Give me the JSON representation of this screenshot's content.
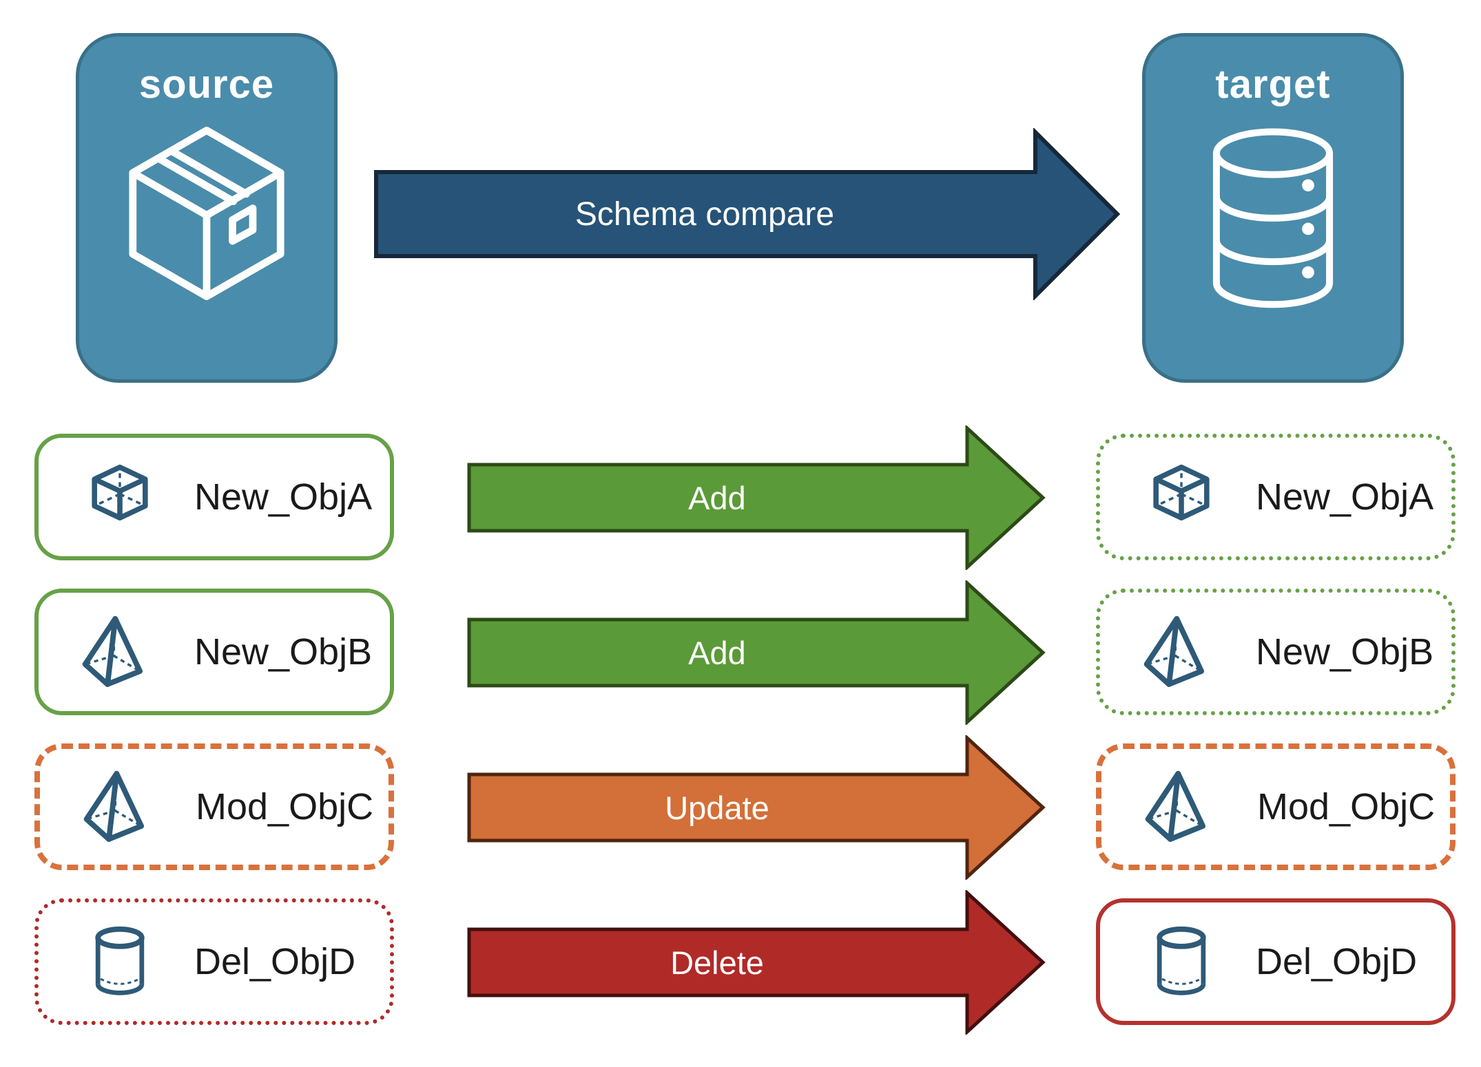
{
  "nodes": {
    "source": {
      "label": "source",
      "icon": "package-icon"
    },
    "target": {
      "label": "target",
      "icon": "database-icon"
    }
  },
  "main_arrow": {
    "label": "Schema compare"
  },
  "rows": [
    {
      "source_label": "New_ObjA",
      "action": "Add",
      "target_label": "New_ObjA",
      "icon": "cube-icon",
      "status_color": "#67a147",
      "arrow_fill": "#5b9a38",
      "source_border": "solid",
      "target_border": "dotted"
    },
    {
      "source_label": "New_ObjB",
      "action": "Add",
      "target_label": "New_ObjB",
      "icon": "pyramid-icon",
      "status_color": "#67a147",
      "arrow_fill": "#5b9a38",
      "source_border": "solid",
      "target_border": "dotted"
    },
    {
      "source_label": "Mod_ObjC",
      "action": "Update",
      "target_label": "Mod_ObjC",
      "icon": "pyramid-icon",
      "status_color": "#d9713c",
      "arrow_fill": "#d36f38",
      "source_border": "dashed",
      "target_border": "dashed"
    },
    {
      "source_label": "Del_ObjD",
      "action": "Delete",
      "target_label": "Del_ObjD",
      "icon": "cylinder-icon",
      "status_color": "#b02a28",
      "arrow_fill": "#b02a28",
      "source_border": "dotted",
      "target_border": "solid"
    }
  ],
  "colors": {
    "node_fill": "#4a8cab",
    "node_border": "#3a7089",
    "main_arrow_fill": "#265377",
    "main_arrow_outline": "#16283a",
    "add_green": "#5b9a38",
    "add_green_outline": "#2c4a17",
    "update_orange": "#d36f38",
    "update_orange_outline": "#4f2510",
    "delete_red": "#b02a28",
    "delete_red_outline": "#42100f",
    "icon_blue": "#2e5a78",
    "label_text": "#1a1a1a",
    "arrow_text": "#ffffff"
  }
}
